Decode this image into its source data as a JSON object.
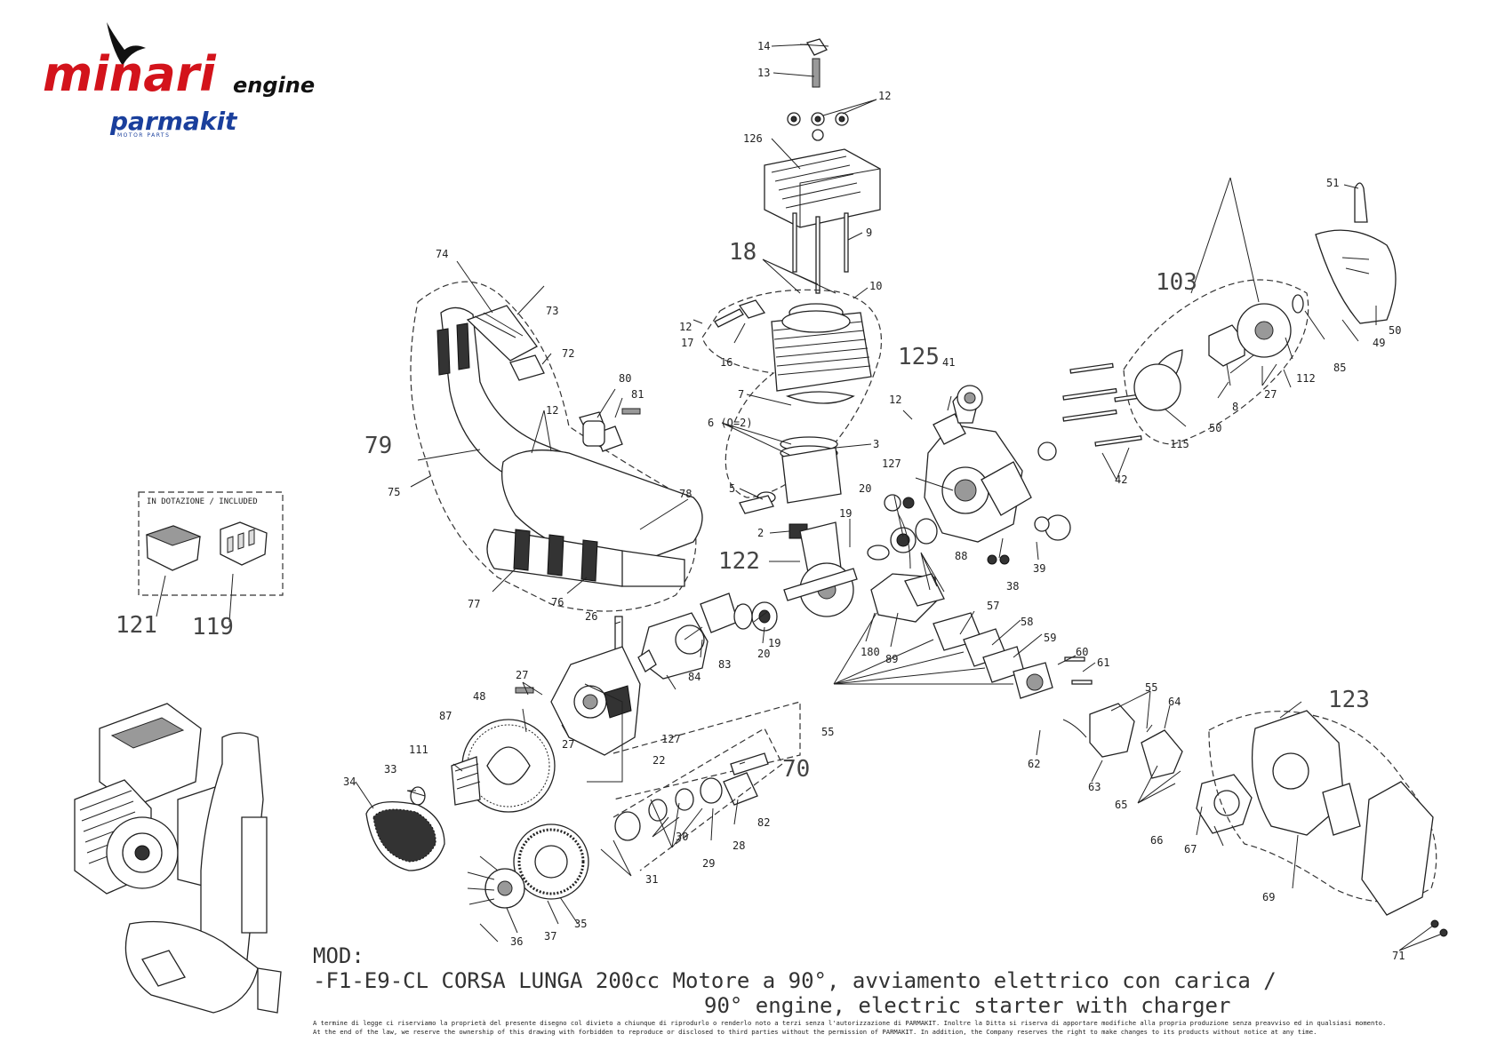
{
  "brand": {
    "logo_main": "minari",
    "logo_sub": "engine",
    "logo_parmakit": "parmakit",
    "logo_tagline": "MOTOR PARTS",
    "colors": {
      "minari_red": "#d3131b",
      "parmakit_blue": "#1a3f9c"
    }
  },
  "included_box": {
    "title": "IN DOTAZIONE / INCLUDED",
    "items": [
      "121",
      "119"
    ]
  },
  "labels": {
    "l2": "2",
    "l3": "3",
    "l5": "5",
    "l6": "6 (Q=2)",
    "l7": "7",
    "l8": "8",
    "l9": "9",
    "l10": "10",
    "l12a": "12",
    "l12b": "12",
    "l12c": "12",
    "l12d": "12",
    "l13": "13",
    "l14": "14",
    "l16": "16",
    "l17": "17",
    "l18": "18",
    "l19a": "19",
    "l19b": "19",
    "l20a": "20",
    "l20b": "20",
    "l22": "22",
    "l26": "26",
    "l27a": "27",
    "l27b": "27",
    "l27c": "27",
    "l28": "28",
    "l29": "29",
    "l30": "30",
    "l31": "31",
    "l33": "33",
    "l34": "34",
    "l35": "35",
    "l36": "36",
    "l37": "37",
    "l38": "38",
    "l39": "39",
    "l41": "41",
    "l42": "42",
    "l48": "48",
    "l49": "49",
    "l50a": "50",
    "l50b": "50",
    "l51": "51",
    "l55a": "55",
    "l55b": "55",
    "l57": "57",
    "l58": "58",
    "l59": "59",
    "l60": "60",
    "l61": "61",
    "l62": "62",
    "l63": "63",
    "l64": "64",
    "l65": "65",
    "l66": "66",
    "l67": "67",
    "l69": "69",
    "l70": "70",
    "l71": "71",
    "l72": "72",
    "l73": "73",
    "l74": "74",
    "l75": "75",
    "l76": "76",
    "l77": "77",
    "l78": "78",
    "l79": "79",
    "l80": "80",
    "l81": "81",
    "l82": "82",
    "l83": "83",
    "l84": "84",
    "l85": "85",
    "l87": "87",
    "l88": "88",
    "l89": "89",
    "l103": "103",
    "l111": "111",
    "l112": "112",
    "l115": "115",
    "l119": "119",
    "l121": "121",
    "l122": "122",
    "l123": "123",
    "l125": "125",
    "l126": "126",
    "l127a": "127",
    "l127b": "127",
    "l180": "180"
  },
  "model": {
    "prefix": "MOD:",
    "line1": "-F1-E9-CL CORSA LUNGA 200cc Motore a 90°, avviamento elettrico con carica /",
    "line2": "90° engine, electric starter with charger"
  },
  "legal": {
    "it": "A termine di legge ci riserviamo la proprietà del presente disegno col divieto a chiunque di riprodurlo o renderlo noto a terzi senza l'autorizzazione di PARMAKIT. Inoltre la Ditta si riserva di apportare modifiche alla propria produzione senza preavviso ed in qualsiasi momento.",
    "en": "At the end of the law, we reserve the ownership of this drawing with forbidden to reproduce or disclosed to third parties without the permission of PARMAKIT. In addition, the Company reserves the right to make changes to its products without notice at any time."
  }
}
